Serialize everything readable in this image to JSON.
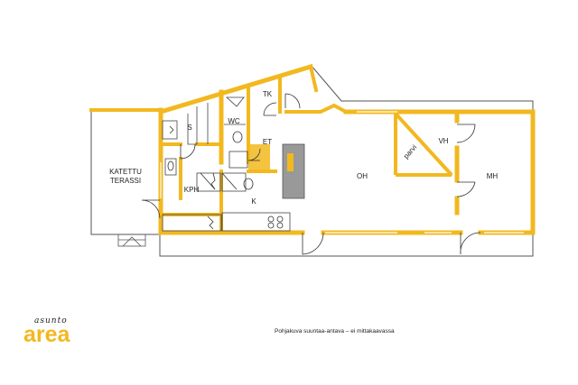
{
  "rooms": {
    "terrace": "KATETTU\nTERASSI",
    "sauna": "S",
    "wc": "WC",
    "tk": "TK",
    "et": "ET",
    "kph": "KPH",
    "kitchen": "K",
    "oh": "OH",
    "parvi": "parvi",
    "vh": "VH",
    "mh": "MH"
  },
  "logo": {
    "small": "asunto",
    "big": "area"
  },
  "caption": "Pohjakuva suuntaa-antava – ei mittakaavassa",
  "colors": {
    "wall": "#f2b81f",
    "line": "#555555"
  }
}
